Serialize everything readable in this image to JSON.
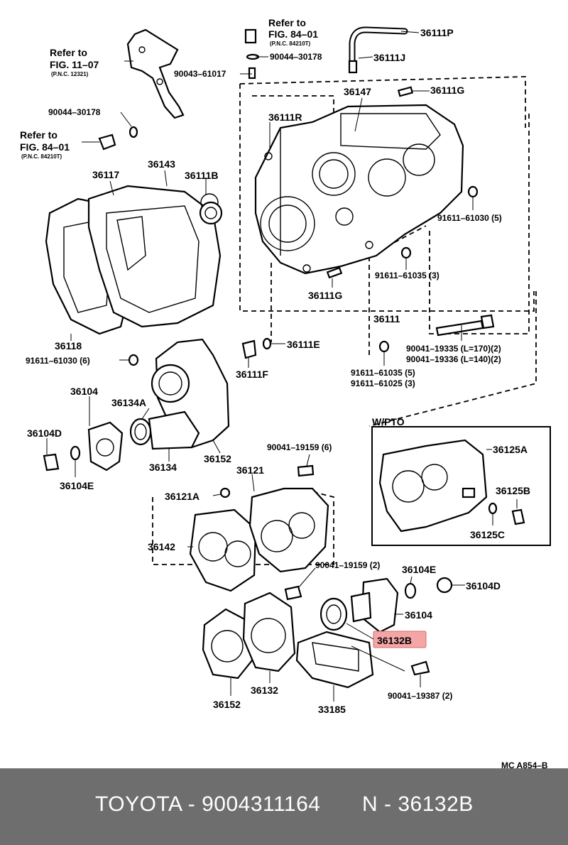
{
  "diagram": {
    "refs": {
      "top": {
        "line1": "Refer to",
        "line2": "FIG. 84–01",
        "pnc": "(P.N.C. 84210T)"
      },
      "left": {
        "line1": "Refer to",
        "line2": "FIG. 11–07",
        "pnc": "(P.N.C. 12321)"
      },
      "mid": {
        "line1": "Refer to",
        "line2": "FIG. 84–01",
        "pnc": "(P.N.C. 84210T)"
      }
    },
    "labels": {
      "l36111P": "36111P",
      "l90044_30178_top": "90044–30178",
      "l36111J": "36111J",
      "l90043": "90043–61017",
      "l36147": "36147",
      "l36111G_top": "36111G",
      "l90044_30178_left": "90044–30178",
      "l36111R": "36111R",
      "l36117": "36117",
      "l36143": "36143",
      "l36111B": "36111B",
      "l91611_61030_r": "91611–61030 (5)",
      "l91611_61035_3": "91611–61035 (3)",
      "l36111G_bot": "36111G",
      "l36111": "36111",
      "l36118": "36118",
      "l36111E": "36111E",
      "l90041_19335": "90041–19335 (L=170)(2)",
      "l90041_19336": "90041–19336 (L=140)(2)",
      "l91611_61030_l": "91611–61030 (6)",
      "l36111F": "36111F",
      "l91611_61035_5": "91611–61035 (5)",
      "l91611_61025": "91611–61025 (3)",
      "l36104_l": "36104",
      "l36134A": "36134A",
      "l36104D_l": "36104D",
      "l36104E_l": "36104E",
      "l36134": "36134",
      "l36152_top": "36152",
      "lWPTO": "W/PTO",
      "l36125A": "36125A",
      "l36125B": "36125B",
      "l36125C": "36125C",
      "l90041_19159_6": "90041–19159 (6)",
      "l36121": "36121",
      "l36121A": "36121A",
      "l36142": "36142",
      "l90041_19159_2": "90041–19159 (2)",
      "l36104E_r": "36104E",
      "l36104D_r": "36104D",
      "l36104_r": "36104",
      "l36132B": "36132B",
      "l36152_bot": "36152",
      "l36132": "36132",
      "l33185": "33185",
      "l90041_19387": "90041–19387 (2)",
      "lMC": "MC A854–B"
    }
  },
  "footer": {
    "left": "TOYOTA - 9004311164",
    "right": "N - 36132B",
    "background": "#6e6e6e"
  },
  "highlight_color": "#f4a6a6"
}
